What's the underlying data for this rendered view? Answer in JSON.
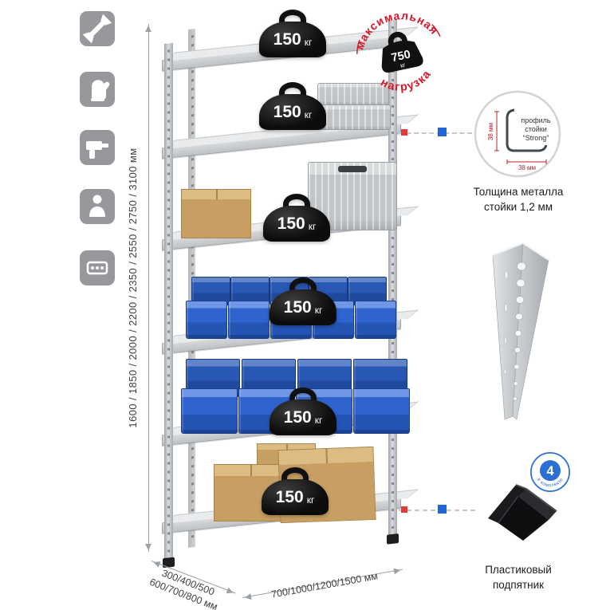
{
  "colors": {
    "stamp_red": "#d6182a",
    "accent_blue": "#1f66d6",
    "accent_red": "#e23b3c",
    "tile_gray": "#96989b",
    "bin_blue": "#2f63cd"
  },
  "sidebar_icons": [
    {
      "name": "wrench-icon"
    },
    {
      "name": "glove-icon"
    },
    {
      "name": "drill-icon"
    },
    {
      "name": "person-icon"
    },
    {
      "name": "perforated-profile-icon"
    }
  ],
  "dimensions": {
    "height": "1600 / 1850 / 2000 / 2200 / 2350 / 2550 / 2750 / 3100 мм",
    "depth_line1": "300/400/500",
    "depth_line2": "600/700/800 мм",
    "width": "700/1000/1200/1500 мм"
  },
  "shelf_load": {
    "value": "150",
    "unit": "кг"
  },
  "max_load_stamp": {
    "arc_top": "максимальная",
    "arc_bottom": "нагрузка",
    "value": "750",
    "unit": "кг"
  },
  "profile_detail": {
    "dim_vertical": "38 мм",
    "dim_horizontal": "38 мм",
    "label_line1": "профиль",
    "label_line2": "стойки",
    "label_line3": "“Strong”",
    "caption_line1": "Толщина металла",
    "caption_line2": "стойки 1,2 мм"
  },
  "foot_detail": {
    "badge_value": "4",
    "badge_ring_text": "в комплекте",
    "caption_line1": "Пластиковый",
    "caption_line2": "подпятник"
  }
}
